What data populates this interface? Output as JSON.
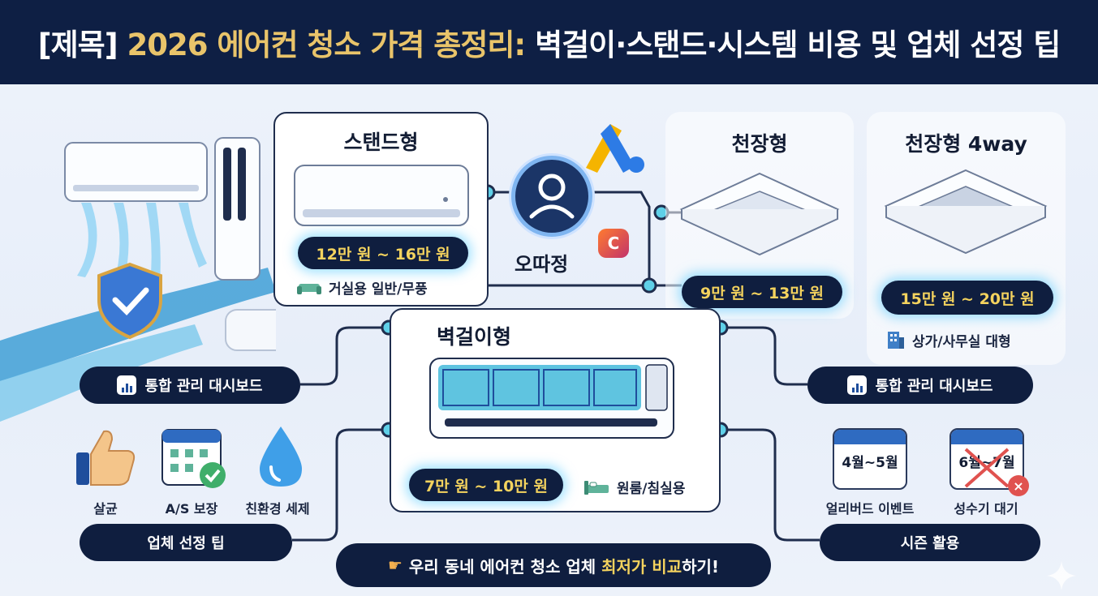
{
  "header": {
    "title_prefix": "[제목] ",
    "title_highlight": "2026 에어컨 청소 가격 총정리:",
    "title_rest": " 벽걸이·스탠드·시스템 비용 및 업체 선정 팁"
  },
  "center": {
    "avatar_name": "오따정",
    "badge_letter": "C"
  },
  "cards": {
    "stand": {
      "title": "스탠드형",
      "price": "12만 원 ~ 16만 원",
      "note": "거실용 일반/무풍"
    },
    "wall": {
      "title": "벽걸이형",
      "price": "7만 원 ~ 10만 원",
      "note": "원룸/침실용"
    },
    "ceiling": {
      "title": "천장형",
      "price": "9만 원 ~ 13만 원"
    },
    "ceiling4": {
      "title": "천장형 4way",
      "price": "15만 원 ~ 20만 원",
      "note": "상가/사무실 대형"
    }
  },
  "left": {
    "dashboard": "통합 관리 대시보드",
    "features": [
      {
        "label": "살균",
        "icon": "thumbs-up-icon"
      },
      {
        "label": "A/S 보장",
        "icon": "calendar-check-icon"
      },
      {
        "label": "친환경 세제",
        "icon": "water-drop-icon"
      }
    ],
    "tips_pill": "업체 선정 팁"
  },
  "right": {
    "dashboard": "통합 관리 대시보드",
    "calendars": [
      {
        "text": "4월~5월",
        "caption": "얼리버드 이벤트"
      },
      {
        "text": "6월~7월",
        "caption": "성수기 대기"
      }
    ],
    "season_pill": "시즌 활용"
  },
  "banner": {
    "pre": "우리 동네 에어컨 청소 업체 ",
    "highlight": "최저가 비교",
    "post": "하기!"
  },
  "colors": {
    "navy": "#0f1e3f",
    "gold": "#f4d35e",
    "accent_cyan": "#5fd0e8",
    "header_bg": "#0e1f44"
  }
}
